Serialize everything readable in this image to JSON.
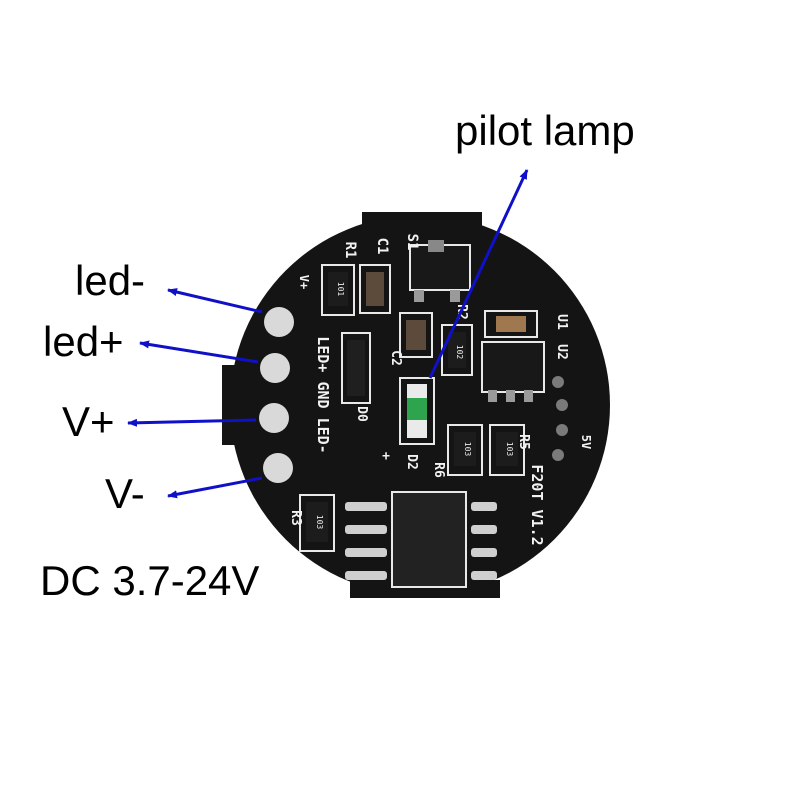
{
  "labels": {
    "pilot_lamp": "pilot lamp",
    "led_minus": "led-",
    "led_plus": "led+",
    "v_plus": "V+",
    "v_minus": "V-",
    "dc_range": "DC 3.7-24V"
  },
  "silkscreen": {
    "pad_row": "LED+ GND LED-",
    "v_plus_mark": "V+",
    "ref_r1": "R1",
    "ref_c1": "C1",
    "ref_s1": "S1",
    "ref_r2": "R2",
    "ref_c2": "C2",
    "ref_d0": "D0",
    "ref_d2": "D2",
    "ref_r6": "R6",
    "ref_r5": "R5",
    "ref_r3": "R3",
    "ref_u2": "U2",
    "ref_u1": "U1",
    "ref_5v": "5V",
    "plus_mark": "+",
    "version": "F20T V1.2"
  },
  "smd_codes": {
    "r1": "101",
    "r2": "102",
    "r5": "103",
    "r6": "103",
    "r3": "103"
  },
  "colors": {
    "arrow": "#1010c8",
    "board": "#141414",
    "pad": "#d9d9d9",
    "silk": "#f2f2f2",
    "led_green": "#2ea44f"
  }
}
